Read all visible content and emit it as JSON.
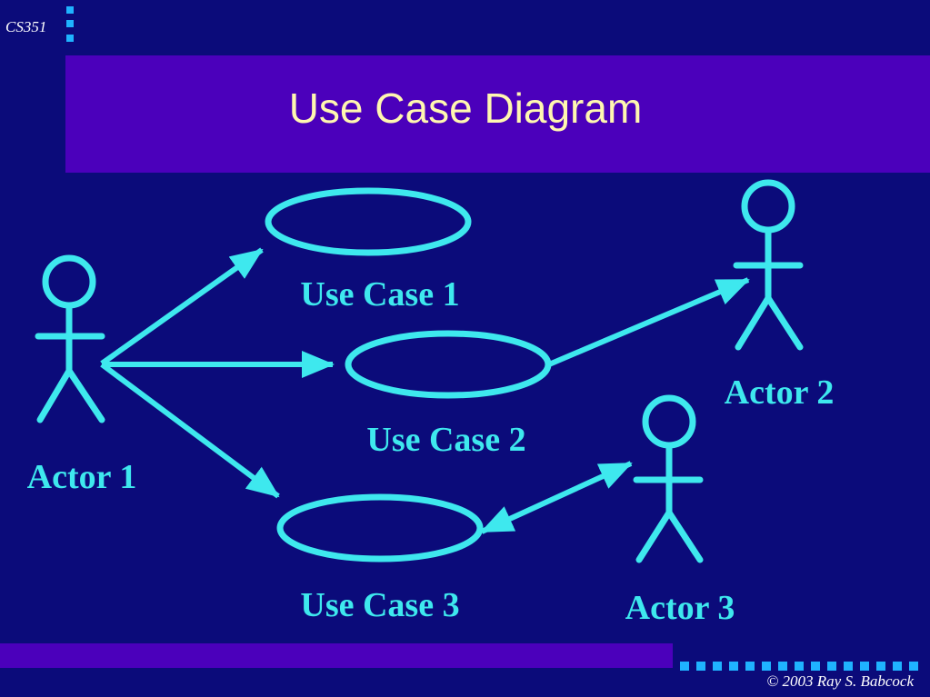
{
  "slide": {
    "course": "CS351",
    "title": "Use Case Diagram",
    "copyright": "© 2003  Ray S. Babcock"
  },
  "diagram": {
    "actors": [
      {
        "id": "actor1",
        "label": "Actor 1"
      },
      {
        "id": "actor2",
        "label": "Actor 2"
      },
      {
        "id": "actor3",
        "label": "Actor 3"
      }
    ],
    "use_cases": [
      {
        "id": "uc1",
        "label": "Use Case 1"
      },
      {
        "id": "uc2",
        "label": "Use Case 2"
      },
      {
        "id": "uc3",
        "label": "Use Case 3"
      }
    ],
    "associations": [
      {
        "from": "actor1",
        "to": "uc1",
        "direction": "to"
      },
      {
        "from": "actor1",
        "to": "uc2",
        "direction": "to"
      },
      {
        "from": "actor1",
        "to": "uc3",
        "direction": "to"
      },
      {
        "from": "uc2",
        "to": "actor2",
        "direction": "to"
      },
      {
        "from": "uc3",
        "to": "actor3",
        "direction": "both"
      }
    ]
  },
  "colors": {
    "background": "#0b0b7a",
    "band": "#4b00bb",
    "title": "#fff7b0",
    "diagram": "#3ee8ee",
    "dots": "#1fb3ff"
  }
}
